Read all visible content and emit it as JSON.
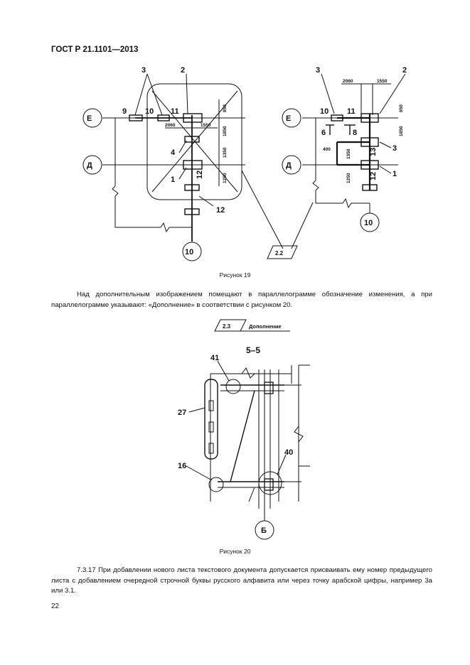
{
  "header": {
    "title": "ГОСТ Р 21.1101—2013"
  },
  "figure19": {
    "caption": "Рисунок 19",
    "left": {
      "axis_e": "Е",
      "axis_d": "Д",
      "axis_10": "10",
      "n3": "3",
      "n2": "2",
      "n9": "9",
      "n10": "10",
      "n11": "11",
      "n4": "4",
      "n1": "1",
      "n12a": "12",
      "n12b": "12",
      "d2060": "2060",
      "d1550": "1550",
      "d850": "850",
      "d1850": "1850",
      "d1350": "1350",
      "d1250": "1250"
    },
    "right": {
      "axis_e": "Е",
      "axis_d": "Д",
      "axis_10": "10",
      "n3a": "3",
      "n2": "2",
      "n10": "10",
      "n11": "11",
      "n3b": "3",
      "n13": "13",
      "n1": "1",
      "n12": "12",
      "d2060": "2060",
      "d1550": "1550",
      "d850": "850",
      "d1850": "1850",
      "d400": "400",
      "d1350": "1350",
      "d1250": "1250",
      "sec6": "6",
      "sec8": "8"
    },
    "change_mark": "2.2"
  },
  "text1": "Над дополнительным изображением помещают в параллелограмме обозначение изменения, а при параллелограмме указывают: «Дополнение» в соответствии с рисунком 20.",
  "addition_mark": {
    "number": "2.3",
    "label": "Дополнение"
  },
  "figure20": {
    "caption": "Рисунок 20",
    "section": "5–5",
    "n41": "41",
    "n27": "27",
    "n16": "16",
    "n40": "40",
    "axis_b": "Б"
  },
  "text2": "7.3.17 При добавлении нового листа текстового документа допускается присваивать ему номер предыдущего листа с добавлением очередной строчной буквы русского алфавита или через точку арабской цифры, например 3а или 3.1.",
  "page_number": "22"
}
